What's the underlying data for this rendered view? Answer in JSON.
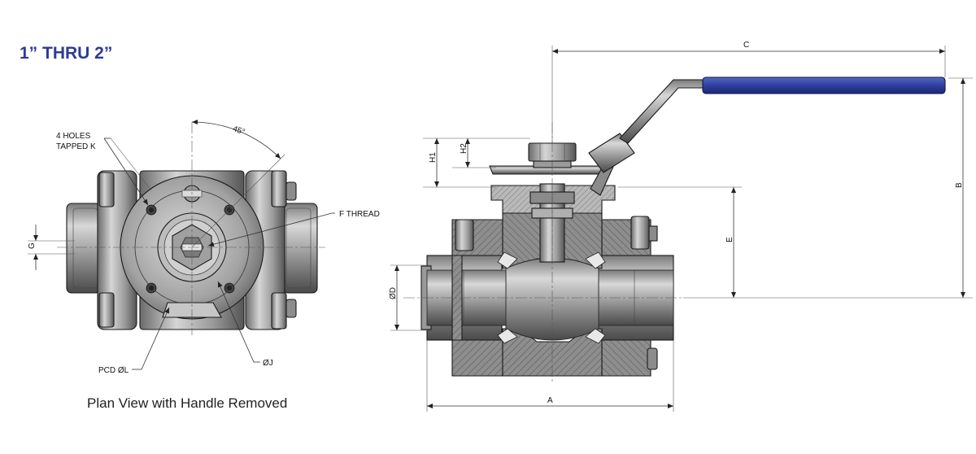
{
  "title": "1” THRU 2”",
  "plan_view": {
    "caption": "Plan View with Handle Removed",
    "angle_label": "45°",
    "holes_label_line1": "4 HOLES",
    "holes_label_line2": "TAPPED K",
    "thread_label": "F THREAD",
    "pcd_label": "PCD ØL",
    "j_label": "ØJ",
    "g_label": "G"
  },
  "section_view": {
    "dim_a": "A",
    "dim_b": "B",
    "dim_c": "C",
    "dim_d": "ØD",
    "dim_e": "E",
    "dim_h1": "H1",
    "dim_h2": "H2"
  },
  "colors": {
    "title": "#2e3c92",
    "handle_grip": "#2f3fa0",
    "steel_light": "#c9c9c9",
    "steel_mid": "#9a9a9a",
    "steel_dark": "#5f5f5f"
  }
}
